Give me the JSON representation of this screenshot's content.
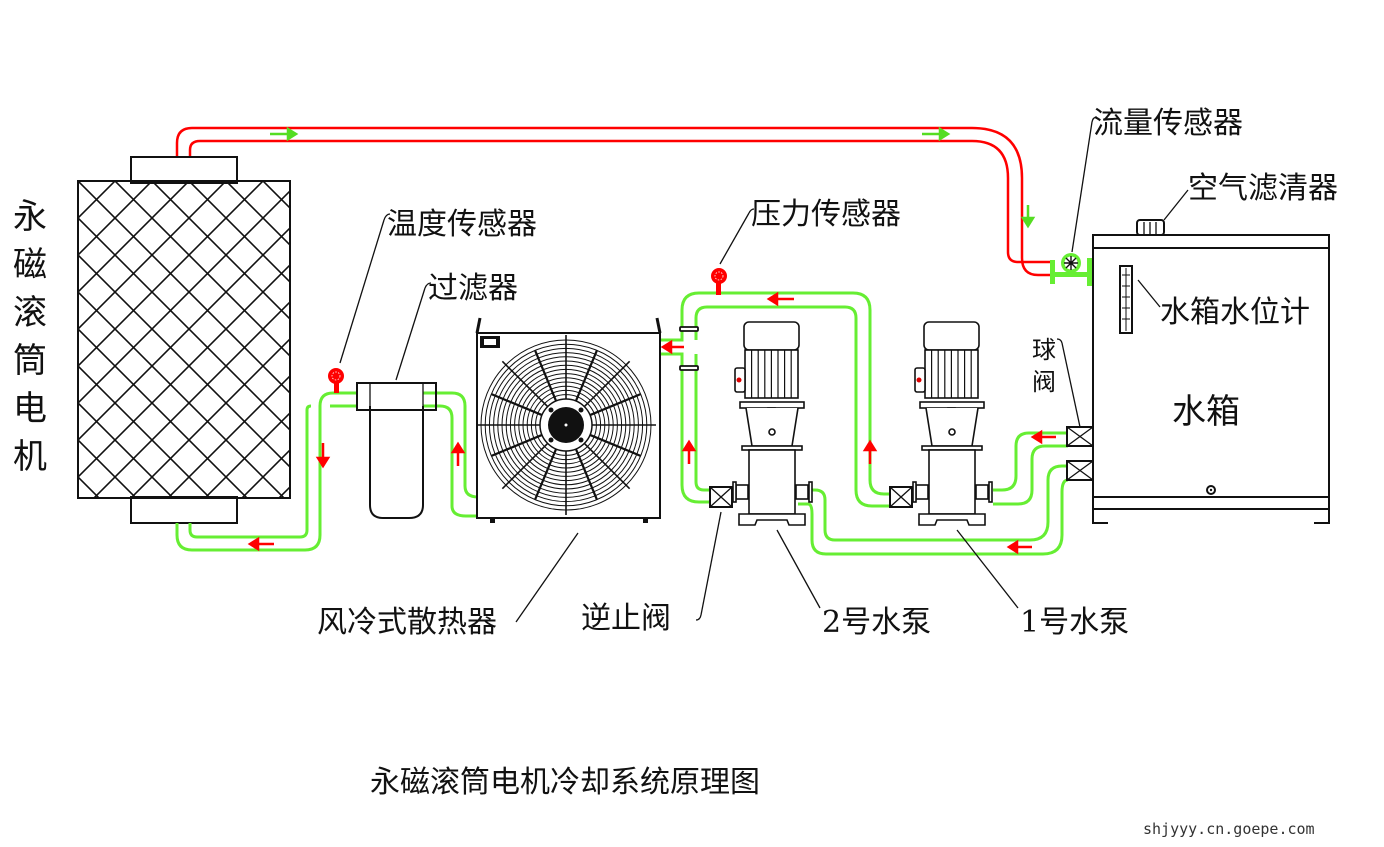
{
  "title": "永磁滚筒电机冷却系统原理图",
  "watermark": "shjyyy.cn.goepe.com",
  "colors": {
    "hot_pipe": "#ff0000",
    "cool_pipe": "#66ee33",
    "arrow_red": "#ff0000",
    "arrow_green": "#55dd22",
    "line": "#111111"
  },
  "components": {
    "motor": {
      "label_chars": [
        "永",
        "磁",
        "滚",
        "筒",
        "电",
        "机"
      ]
    },
    "temperature_sensor": {
      "label": "温度传感器"
    },
    "filter": {
      "label": "过滤器"
    },
    "air_cooler": {
      "label": "风冷式散热器"
    },
    "pressure_sensor": {
      "label": "压力传感器"
    },
    "check_valve": {
      "label": "逆止阀"
    },
    "pump2": {
      "label": "2号水泵"
    },
    "pump1": {
      "label": "1号水泵"
    },
    "flow_sensor": {
      "label": "流量传感器"
    },
    "air_filter": {
      "label": "空气滤清器"
    },
    "level_gauge": {
      "label": "水箱水位计"
    },
    "ball_valve": {
      "label_chars": [
        "球",
        "阀"
      ]
    },
    "tank": {
      "label": "水箱"
    }
  }
}
